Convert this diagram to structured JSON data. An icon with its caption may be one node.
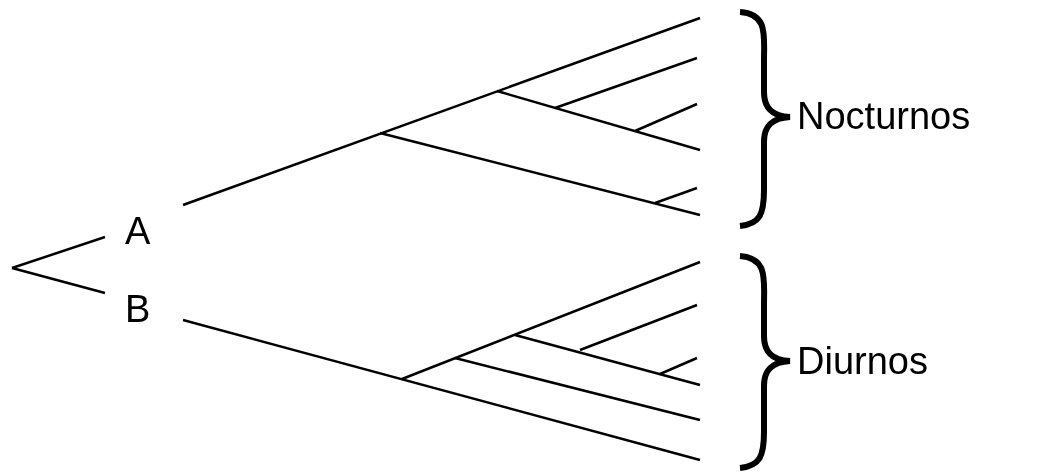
{
  "diagram": {
    "labels": [
      "A",
      "B",
      "Nocturnos",
      "Diurnos"
    ]
  }
}
